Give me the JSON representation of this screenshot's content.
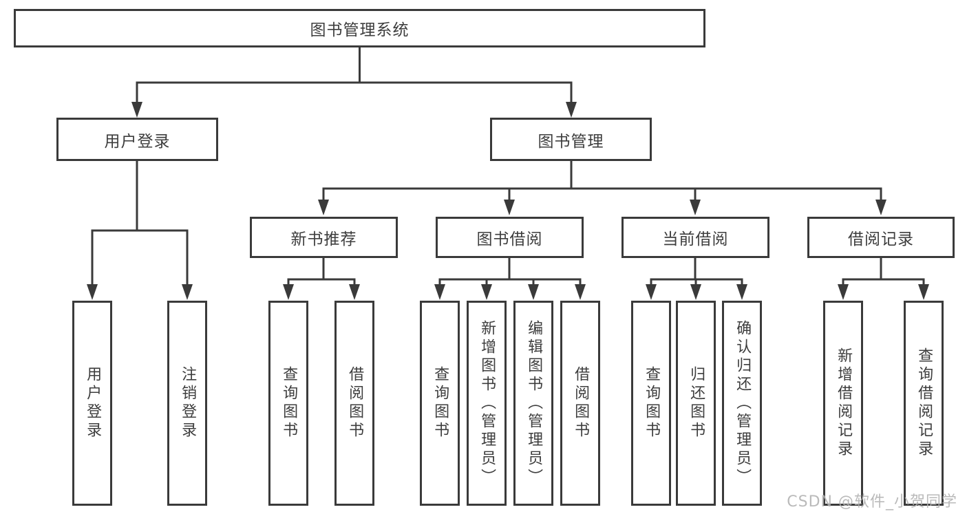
{
  "diagram": {
    "root": {
      "label": "图书管理系统"
    },
    "branches": [
      {
        "label": "用户登录",
        "leaves": [
          {
            "label": "用户登录"
          },
          {
            "label": "注销登录"
          }
        ]
      },
      {
        "label": "图书管理",
        "groups": [
          {
            "label": "新书推荐",
            "leaves": [
              {
                "label": "查询图书"
              },
              {
                "label": "借阅图书"
              }
            ]
          },
          {
            "label": "图书借阅",
            "leaves": [
              {
                "label": "查询图书"
              },
              {
                "label": "新增图书（管理员）"
              },
              {
                "label": "编辑图书（管理员）"
              },
              {
                "label": "借阅图书"
              }
            ]
          },
          {
            "label": "当前借阅",
            "leaves": [
              {
                "label": "查询图书"
              },
              {
                "label": "归还图书"
              },
              {
                "label": "确认归还（管理员）"
              }
            ]
          },
          {
            "label": "借阅记录",
            "leaves": [
              {
                "label": "新增借阅记录"
              },
              {
                "label": "查询借阅记录"
              }
            ]
          }
        ]
      }
    ],
    "watermark": "CSDN @软件_小贺同学",
    "colors": {
      "line": "#3a3a3a",
      "text": "#3d3d3d",
      "watermark": "#b2b2b2",
      "background": "#ffffff"
    }
  }
}
